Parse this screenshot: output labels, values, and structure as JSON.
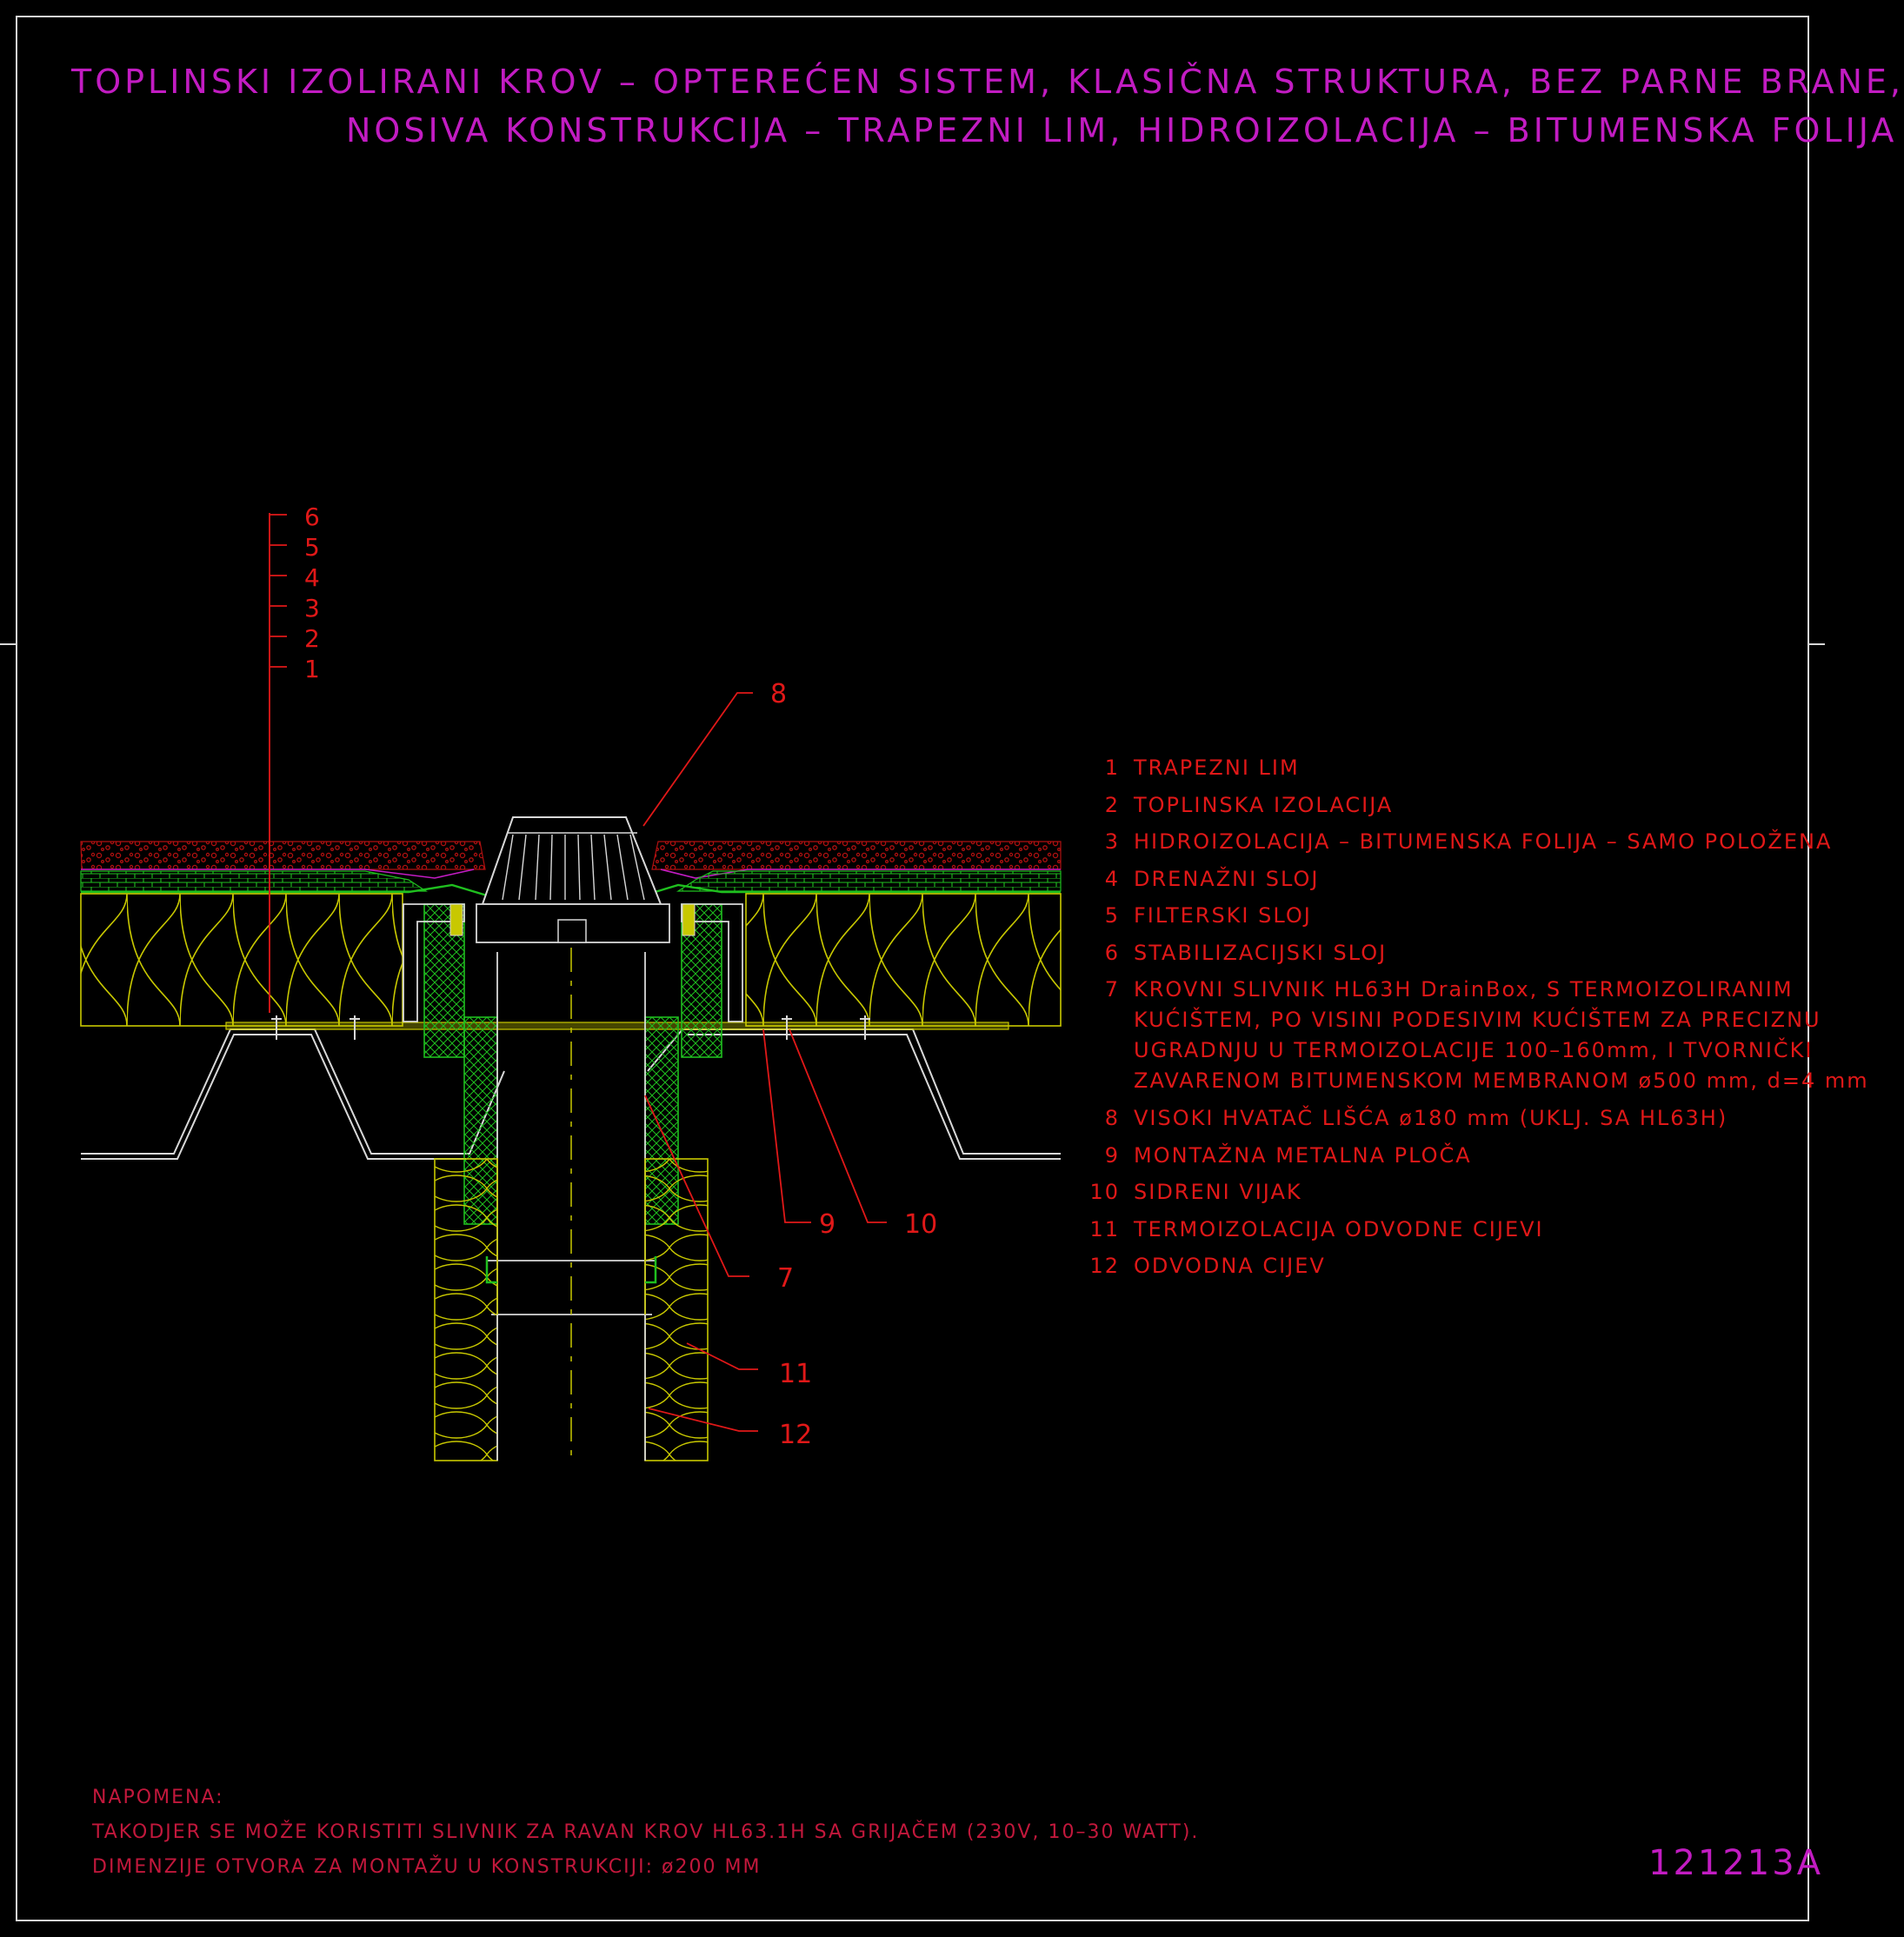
{
  "title": {
    "line1": "TOPLINSKI IZOLIRANI KROV – OPTEREĆEN SISTEM, KLASIČNA STRUKTURA, BEZ PARNE BRANE,",
    "line2": "NOSIVA KONSTRUKCIJA – TRAPEZNI LIM, HIDROIZOLACIJA – BITUMENSKA FOLIJA"
  },
  "layer_callouts": [
    "6",
    "5",
    "4",
    "3",
    "2",
    "1"
  ],
  "callouts": {
    "c8": "8",
    "c9": "9",
    "c10": "10",
    "c7": "7",
    "c11": "11",
    "c12": "12"
  },
  "legend": [
    {
      "num": "1",
      "lines": [
        "TRAPEZNI LIM"
      ]
    },
    {
      "num": "2",
      "lines": [
        "TOPLINSKA IZOLACIJA"
      ]
    },
    {
      "num": "3",
      "lines": [
        "HIDROIZOLACIJA – BITUMENSKA FOLIJA – SAMO POLOŽENA"
      ]
    },
    {
      "num": "4",
      "lines": [
        "DRENAŽNI SLOJ"
      ]
    },
    {
      "num": "5",
      "lines": [
        "FILTERSKI SLOJ"
      ]
    },
    {
      "num": "6",
      "lines": [
        "STABILIZACIJSKI SLOJ"
      ]
    },
    {
      "num": "7",
      "lines": [
        "KROVNI SLIVNIK HL63H DrainBox, S TERMOIZOLIRANIM",
        "KUĆIŠTEM, PO VISINI PODESIVIM KUĆIŠTEM ZA PRECIZNU",
        "UGRADNJU U TERMOIZOLACIJE 100–160mm, I TVORNIČKI",
        "ZAVARENOM BITUMENSKOM MEMBRANOM ø500 mm, d=4 mm"
      ]
    },
    {
      "num": "8",
      "lines": [
        "VISOKI HVATAČ LIŠĆA ø180 mm (UKLJ. SA HL63H)"
      ]
    },
    {
      "num": "9",
      "lines": [
        "MONTAŽNA METALNA PLOČA"
      ]
    },
    {
      "num": "10",
      "lines": [
        "SIDRENI VIJAK"
      ]
    },
    {
      "num": "11",
      "lines": [
        "TERMOIZOLACIJA ODVODNE CIJEVI"
      ]
    },
    {
      "num": "12",
      "lines": [
        "ODVODNA CIJEV"
      ]
    }
  ],
  "note": {
    "heading": "NAPOMENA:",
    "line1": "TAKODJER SE MOŽE KORISTITI SLIVNIK ZA RAVAN KROV HL63.1H SA GRIJAČEM (230V, 10–30 WATT).",
    "line2": "DIMENZIJE OTVORA ZA MONTAŽU U KONSTRUKCIJI: ø200 MM"
  },
  "drawing_code": "121213A",
  "colors": {
    "background": "#000000",
    "title": "#c21cc2",
    "legend_text": "#e01818",
    "insulation": "#c8c800",
    "membrane": "#1fbf1f",
    "gravel": "#b01010",
    "steel": "#d8d8d8"
  }
}
